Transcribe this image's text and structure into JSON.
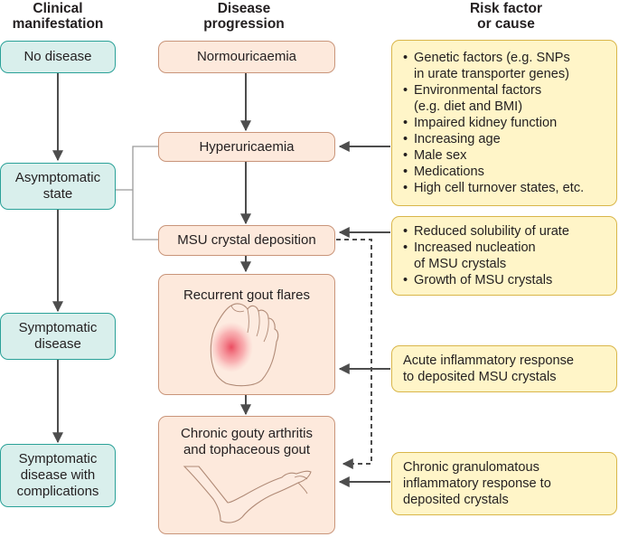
{
  "headers": {
    "clinical": [
      "Clinical",
      "manifestation"
    ],
    "progression": [
      "Disease",
      "progression"
    ],
    "risk": [
      "Risk factor",
      "or cause"
    ]
  },
  "clinical": {
    "no_disease": "No disease",
    "asymptomatic": [
      "Asymptomatic",
      "state"
    ],
    "symptomatic": [
      "Symptomatic",
      "disease"
    ],
    "complications": [
      "Symptomatic",
      "disease with",
      "complications"
    ]
  },
  "progression": {
    "normouricaemia": "Normouricaemia",
    "hyperuricaemia": "Hyperuricaemia",
    "msu_deposition": "MSU crystal deposition",
    "gout_flares": "Recurrent gout flares",
    "chronic": [
      "Chronic gouty arthritis",
      "and tophaceous gout"
    ]
  },
  "risk": {
    "hyperuricaemia_factors": [
      "Genetic factors (e.g. SNPs",
      "in urate transporter genes)",
      "Environmental factors",
      "(e.g. diet and BMI)",
      "Impaired kidney function",
      "Increasing age",
      "Male sex",
      "Medications",
      "High cell turnover states, etc."
    ],
    "deposition_factors": [
      "Reduced solubility of urate",
      "Increased nucleation",
      "of MSU crystals",
      "Growth of MSU crystals"
    ],
    "flare_cause": [
      "Acute inflammatory response",
      "to deposited MSU crystals"
    ],
    "chronic_cause": [
      "Chronic granulomatous",
      "inflammatory response to",
      "deposited crystals"
    ]
  },
  "colors": {
    "teal_fill": "#d9efec",
    "teal_border": "#2aa198",
    "peach_fill": "#fde9dc",
    "peach_border": "#c9957a",
    "yellow_fill": "#fff5c8",
    "yellow_border": "#d9b64a",
    "arrow": "#4d4d4d",
    "inflammation": "#e8304a"
  }
}
